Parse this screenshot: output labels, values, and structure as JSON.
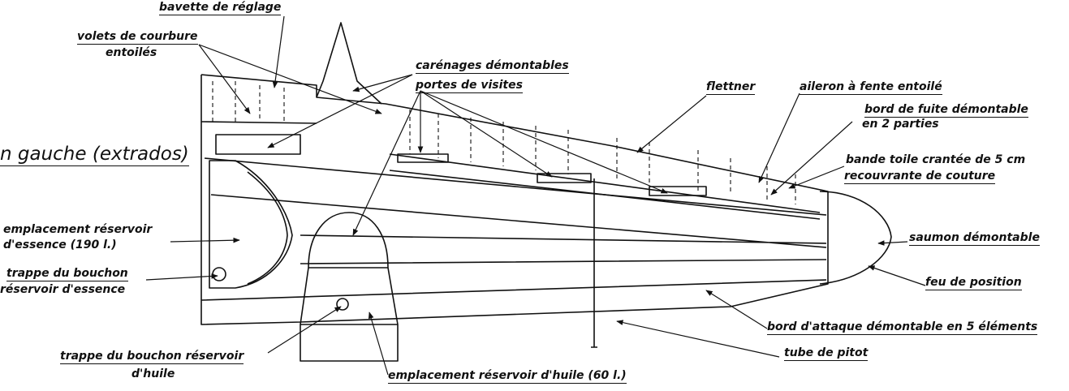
{
  "title": "n gauche (extrados)",
  "labels": {
    "bavette": "bavette de réglage",
    "volets_1": "volets de courbure",
    "volets_2": "entoilés",
    "carenages": "carénages démontables",
    "portes": "portes de visites",
    "flettner": "flettner",
    "aileron": "aileron à fente entoilé",
    "bord_fuite_1": "bord de fuite démontable",
    "bord_fuite_2": "en 2 parties",
    "bande_1": "bande toile crantée de 5 cm",
    "bande_2": "recouvrante de couture",
    "reservoir_ess_1": "emplacement réservoir",
    "reservoir_ess_2": "d'essence (190 l.)",
    "trappe_ess_1": "trappe du bouchon",
    "trappe_ess_2": "réservoir d'essence",
    "saumon": "saumon démontable",
    "feu": "feu de position",
    "bord_attaque": "bord d'attaque démontable en 5 éléments",
    "pitot": "tube de pitot",
    "trappe_huile_1": "trappe du bouchon réservoir",
    "trappe_huile_2": "d'huile",
    "reservoir_huile": "emplacement réservoir d'huile (60 l.)"
  },
  "colors": {
    "ink": "#111111",
    "paper": "#ffffff"
  }
}
